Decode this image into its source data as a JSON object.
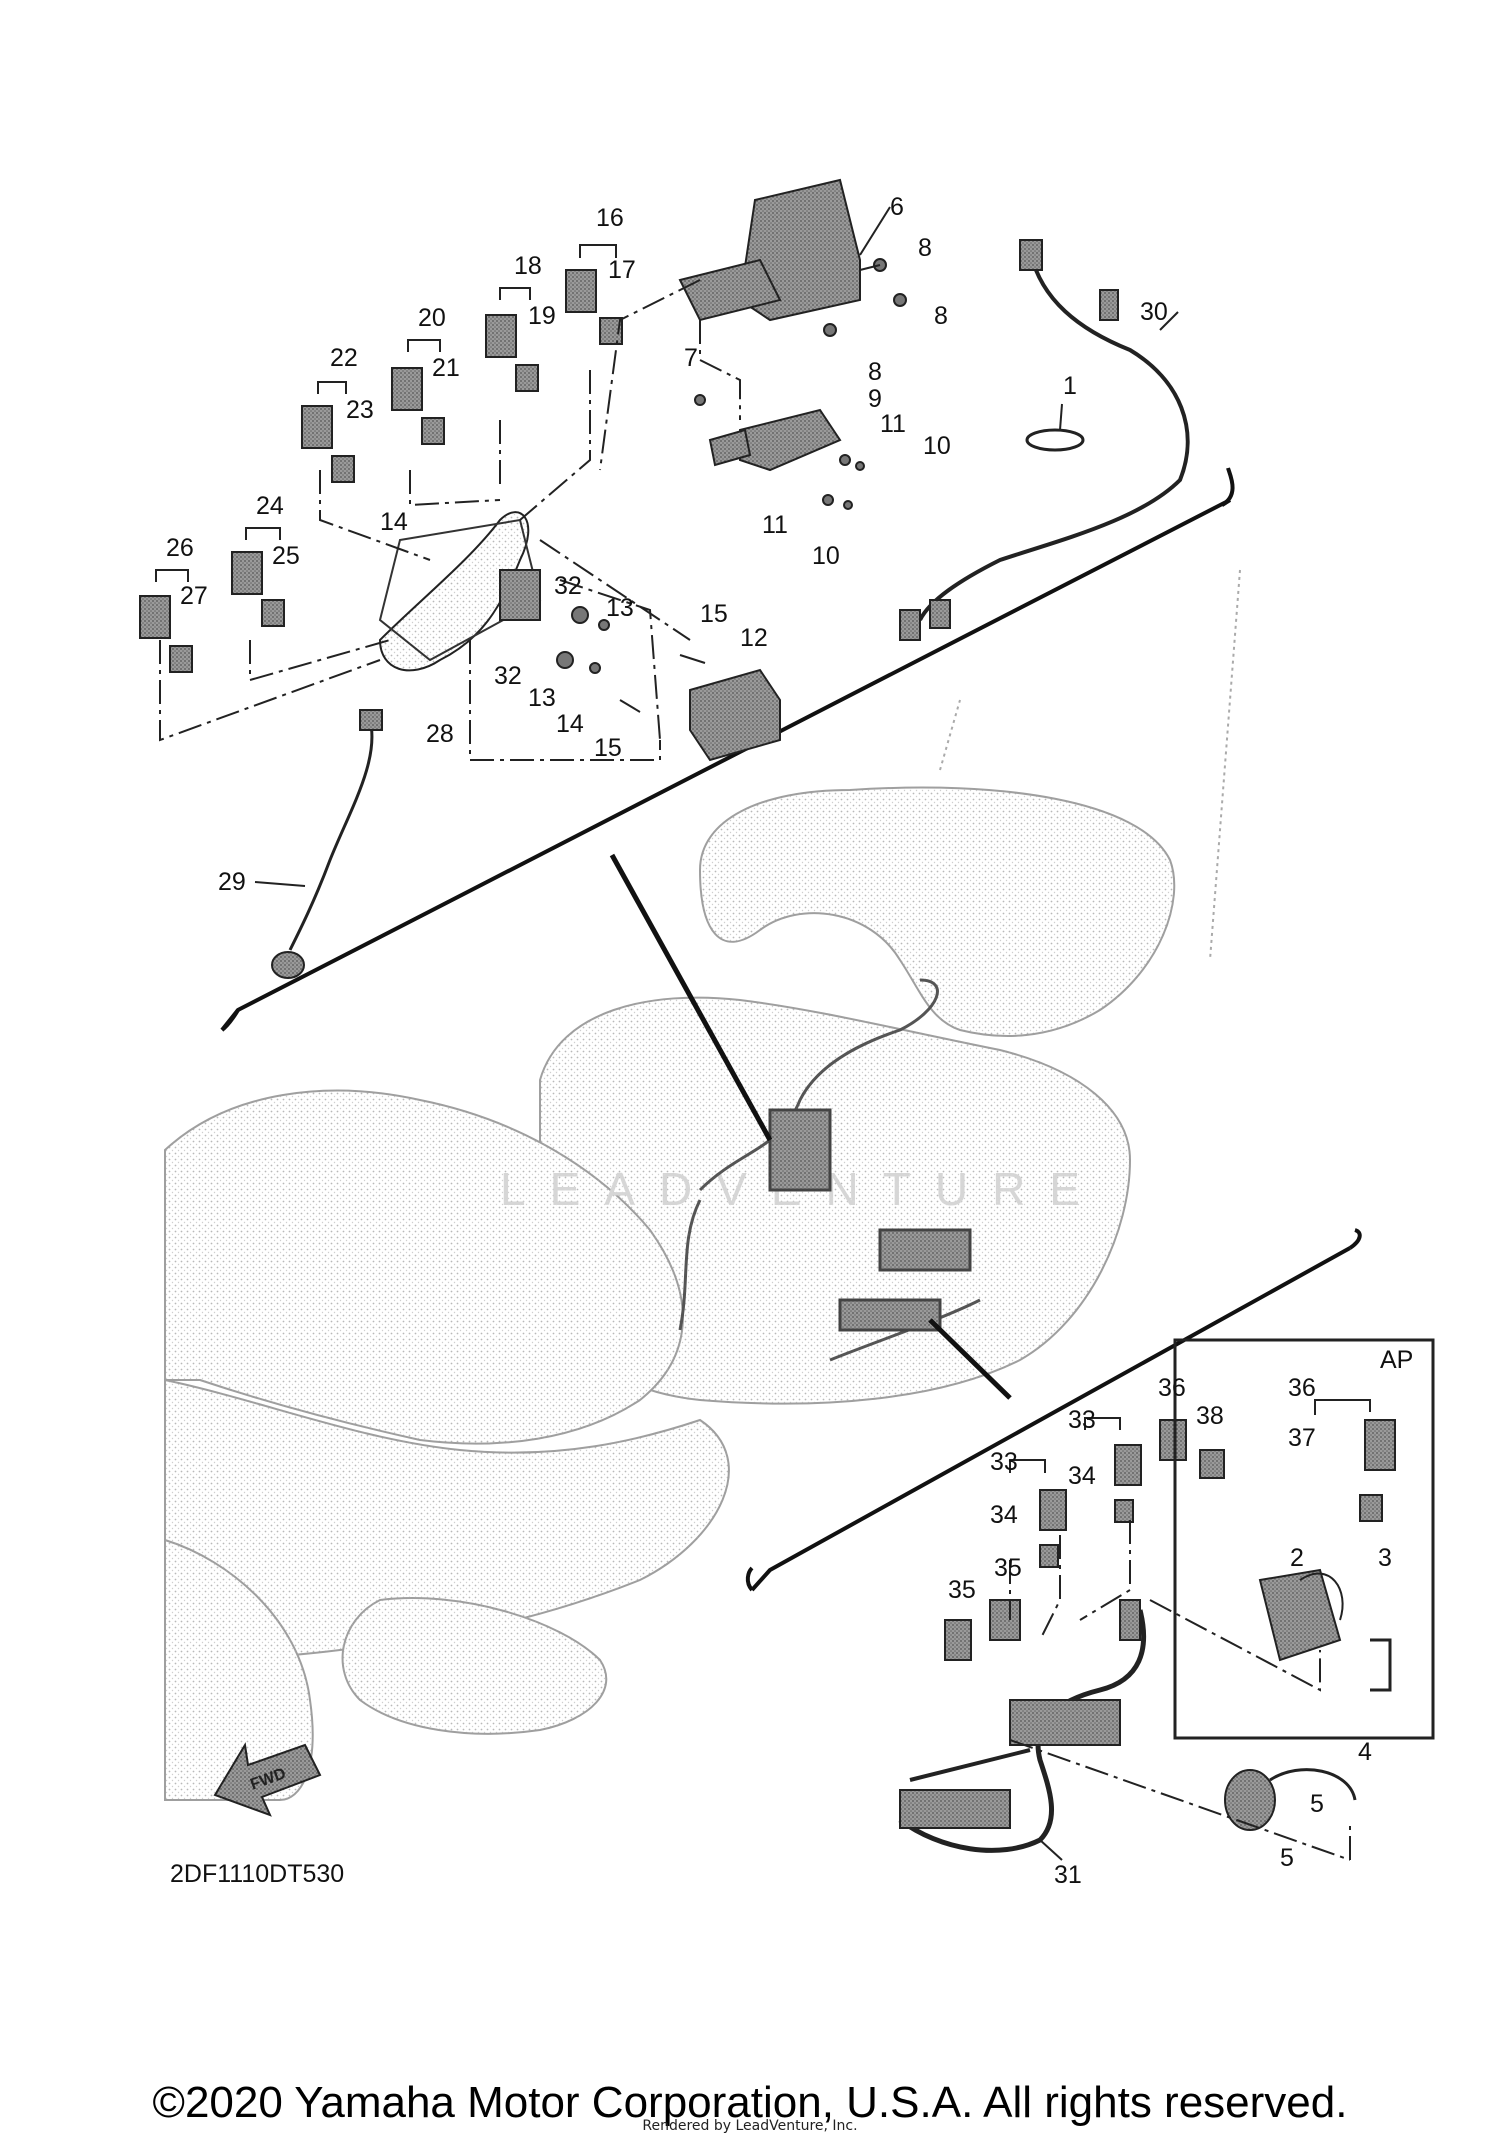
{
  "diagram": {
    "code": "2DF1110DT530",
    "fwd_label": "FWD",
    "watermark": "LEADVENTURE",
    "kit_label": "AP",
    "callouts": {
      "c1": "1",
      "c2": "2",
      "c3": "3",
      "c4": "4",
      "c5a": "5",
      "c5b": "5",
      "c6": "6",
      "c7": "7",
      "c8a": "8",
      "c8b": "8",
      "c8c": "8",
      "c9": "9",
      "c10a": "10",
      "c10b": "10",
      "c11a": "11",
      "c11b": "11",
      "c12": "12",
      "c13a": "13",
      "c13b": "13",
      "c14a": "14",
      "c14b": "14",
      "c15a": "15",
      "c15b": "15",
      "c16": "16",
      "c17": "17",
      "c18": "18",
      "c19": "19",
      "c20": "20",
      "c21": "21",
      "c22": "22",
      "c23": "23",
      "c24": "24",
      "c25": "25",
      "c26": "26",
      "c27": "27",
      "c28": "28",
      "c29": "29",
      "c30": "30",
      "c31": "31",
      "c32a": "32",
      "c32b": "32",
      "c33a": "33",
      "c33b": "33",
      "c34a": "34",
      "c34b": "34",
      "c35a": "35",
      "c35b": "35",
      "c36a": "36",
      "c36b": "36",
      "c37": "37",
      "c38": "38"
    }
  },
  "footer": {
    "copyright": "©2020 Yamaha Motor Corporation, U.S.A. All rights reserved.",
    "rendered_by": "Rendered by LeadVenture, Inc."
  }
}
